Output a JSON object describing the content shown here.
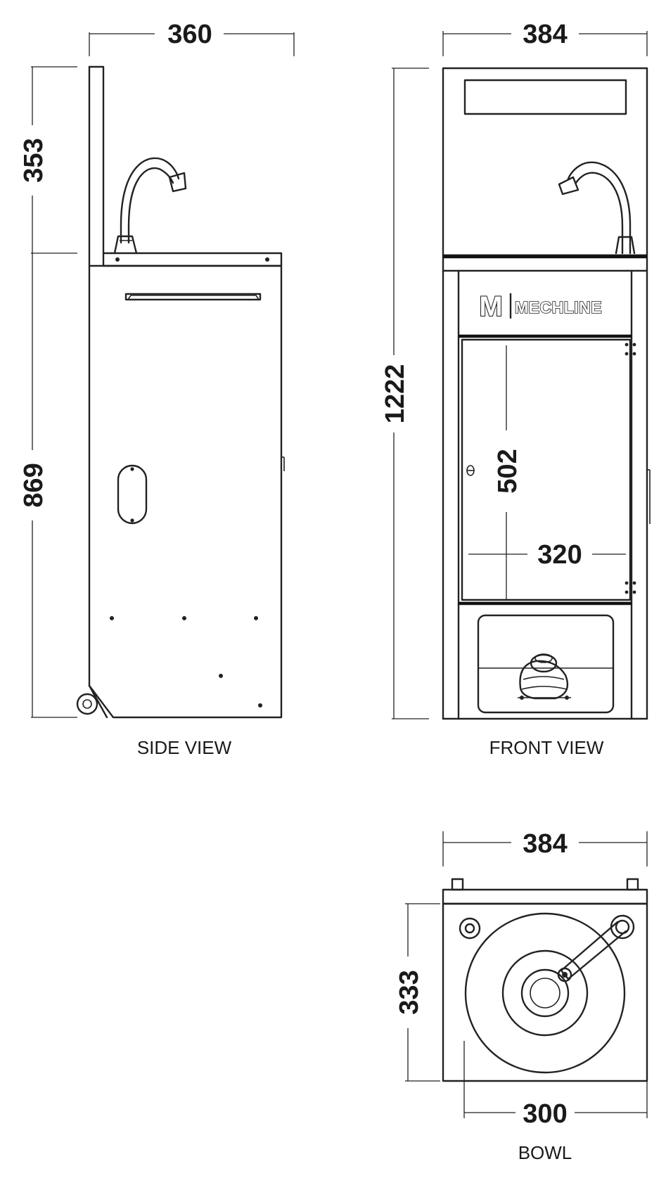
{
  "side_view": {
    "caption": "SIDE VIEW",
    "width_dim": "360",
    "upper_height_dim": "353",
    "lower_height_dim": "869"
  },
  "front_view": {
    "caption": "FRONT VIEW",
    "width_dim": "384",
    "total_height_dim": "1222",
    "door_height_dim": "502",
    "door_width_dim": "320",
    "brand_mark": "M",
    "brand_name": "MECHLINE"
  },
  "bowl_view": {
    "caption": "BOWL",
    "width_dim": "384",
    "depth_dim": "333",
    "bowl_diameter_dim": "300"
  }
}
